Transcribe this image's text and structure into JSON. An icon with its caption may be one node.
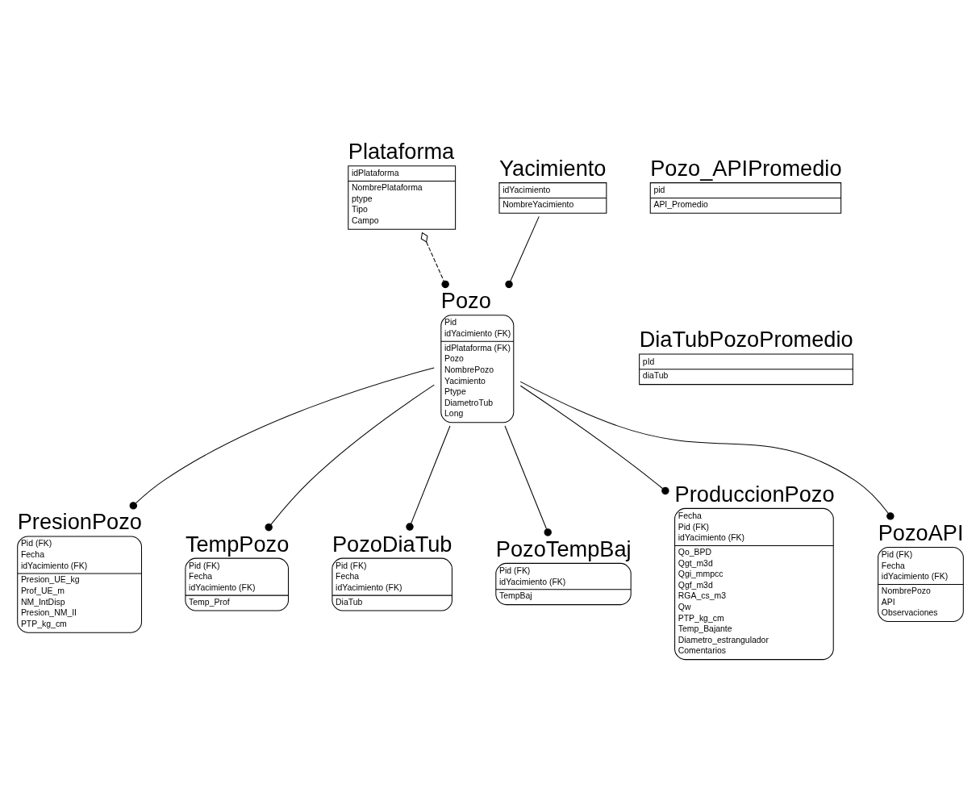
{
  "diagram": {
    "nodes": [
      {
        "text": [
          "Plataforma",
          "idPlataforma",
          "NombrePlataforma",
          "ptype",
          "Tipo",
          "Campo"
        ]
      },
      {
        "text": [
          "Yacimiento",
          "idYacimiento",
          "NombreYacimiento"
        ]
      },
      {
        "text": [
          "PresionPozo",
          "Pid (FK)",
          "Fecha",
          "idYacimiento (FK)",
          "Presion_UE_kg",
          "Prof_UE_m",
          "NM_IntDisp",
          "Presion_NM_II",
          "PTP_kg_cm"
        ]
      },
      {
        "text": [
          "TempPozo",
          "Pid (FK)",
          "Fecha",
          "idYacimiento (FK)",
          "Temp_Prof"
        ]
      },
      {
        "text": [
          "Pozo",
          "Pid",
          "idYacimiento (FK)",
          "idPlataforma (FK)",
          "Pozo",
          "NombrePozo",
          "Yacimiento",
          "Ptype",
          "DiametroTub",
          "Long"
        ]
      },
      {
        "text": [
          "PozoDiaTub",
          "Pid (FK)",
          "Fecha",
          "idYacimiento (FK)",
          "DiaTub"
        ]
      },
      {
        "text": [
          "PozoTempBaj",
          "Pid (FK)",
          "idYacimiento (FK)",
          "TempBaj"
        ]
      },
      {
        "text": [
          "ProduccionPozo",
          "Fecha",
          "Pid (FK)",
          "idYacimiento (FK)",
          "Qo_BPD",
          "Qgt_m3d",
          "Qgi_mmpcc",
          "Qgf_m3d",
          "RGA_cs_m3",
          "Qw",
          "PTP_kg_cm",
          "Temp_Bajante",
          "Diametro_estrangulador",
          "Comentarios"
        ]
      },
      {
        "text": [
          "PozoAPI",
          "Pid (FK)",
          "Fecha",
          "idYacimiento (FK)",
          "NombrePozo",
          "API",
          "Observaciones"
        ]
      },
      {
        "text": [
          "Pozo_APIPromedio",
          "pid",
          "API_Promedio"
        ]
      },
      {
        "text": [
          "DiaTubPozoPromedio",
          "pId",
          "diaTub"
        ]
      }
    ],
    "edges": [
      {
        "from": 0,
        "to": 4,
        "arrow": "other",
        "style": "dashed"
      },
      {
        "from": 1,
        "to": 4,
        "arrow": "other"
      },
      {
        "from": 4,
        "to": 3,
        "arrow": "other"
      },
      {
        "from": 4,
        "to": 6,
        "arrow": "other"
      },
      {
        "from": 4,
        "to": 8,
        "arrow": "other"
      },
      {
        "from": 4,
        "to": 2,
        "arrow": "other"
      },
      {
        "from": 4,
        "to": 5,
        "arrow": "other"
      },
      {
        "from": 4,
        "to": 7,
        "arrow": "other"
      }
    ]
  }
}
